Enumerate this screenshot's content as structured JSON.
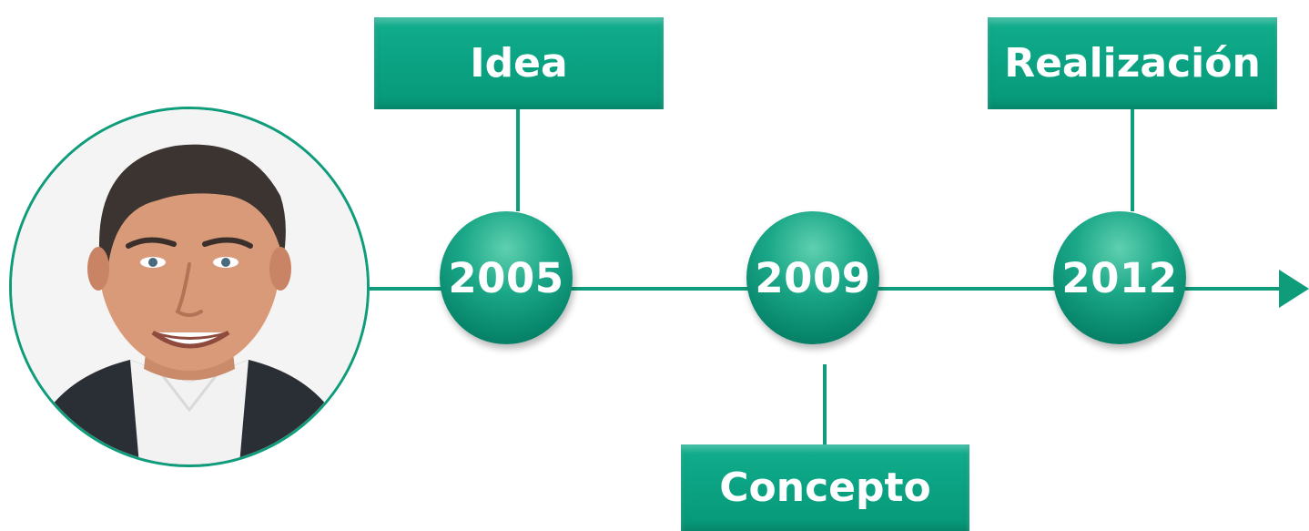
{
  "timeline": {
    "colors": {
      "primary": "#0aa282",
      "line": "#0e9c7a",
      "text": "#ffffff"
    },
    "portrait_icon": "person-photo",
    "arrow_icon": "arrow-right-icon",
    "milestones": [
      {
        "year": "2005",
        "label": "Idea",
        "label_position": "top"
      },
      {
        "year": "2009",
        "label": "Concepto",
        "label_position": "bottom"
      },
      {
        "year": "2012",
        "label": "Realización",
        "label_position": "top"
      }
    ]
  }
}
